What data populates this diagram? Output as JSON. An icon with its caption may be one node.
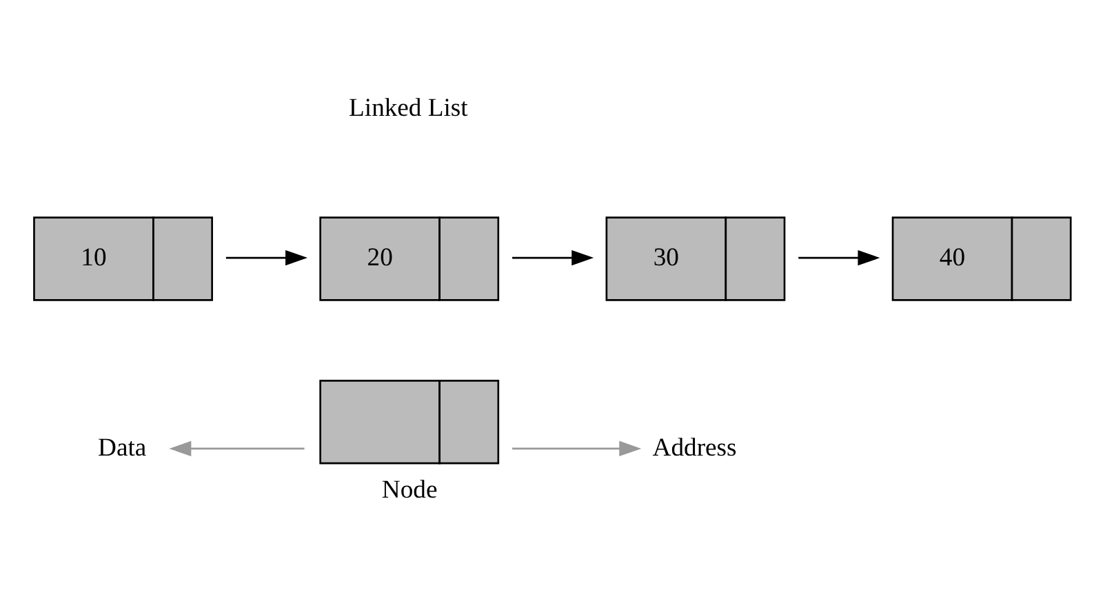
{
  "diagram": {
    "nodes": [
      {
        "text": [],
        "shape": "box",
        "beside": [
          "Node"
        ]
      },
      {
        "text": [
          "Data"
        ]
      },
      {
        "text": [
          "Address"
        ]
      },
      {
        "text": [
          "10"
        ]
      },
      {
        "text": [
          "20"
        ]
      },
      {
        "text": [
          "30"
        ]
      },
      {
        "text": [
          "40"
        ]
      }
    ],
    "edges": [
      {
        "from": 0,
        "to": 1,
        "arrow": "to",
        "color": "#999999"
      },
      {
        "from": 0,
        "to": 2,
        "arrow": "to",
        "color": "#999999"
      },
      {
        "from": 3,
        "to": 4,
        "arrow": "to"
      },
      {
        "from": 4,
        "to": 5,
        "arrow": "to"
      },
      {
        "from": 5,
        "to": 6,
        "arrow": "to"
      }
    ],
    "labels": [
      "Linked List"
    ]
  }
}
